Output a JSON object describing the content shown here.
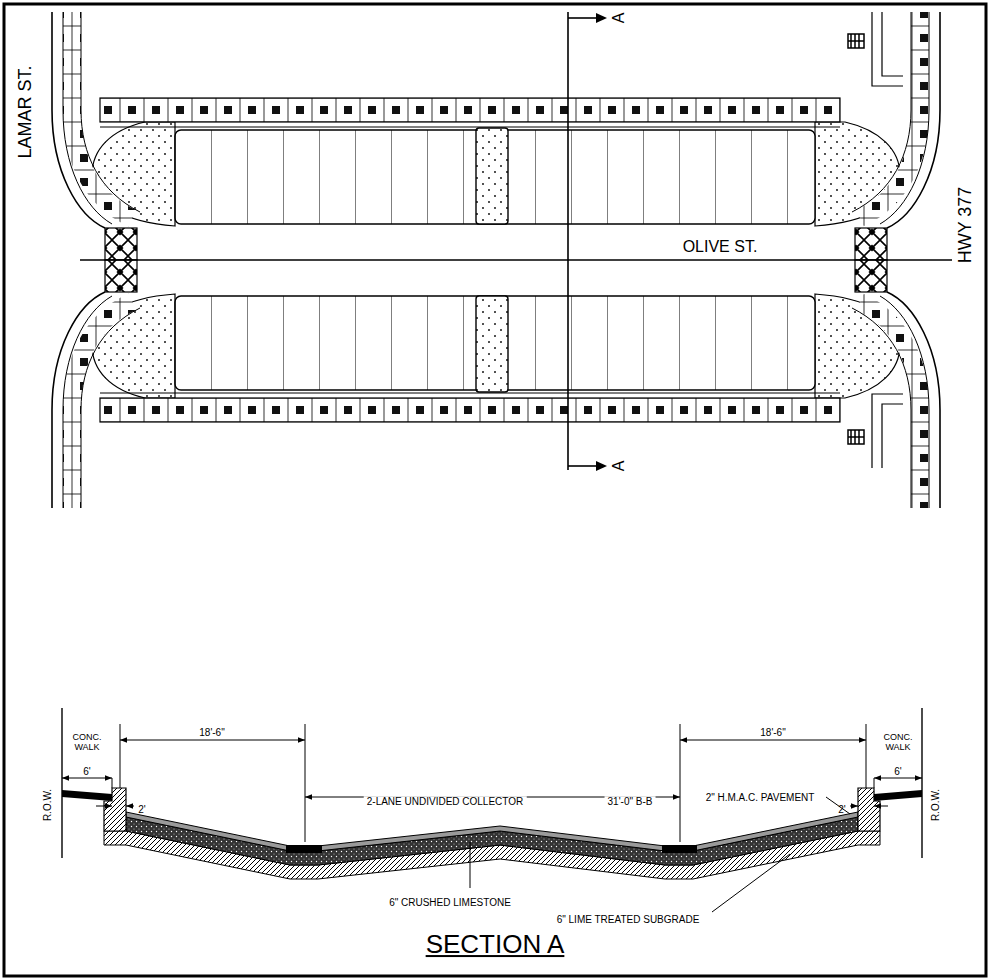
{
  "diagram": {
    "caption": "SECTION A",
    "labels": [
      "LAMAR ST.",
      "OLIVE ST.",
      "HWY 377",
      "A",
      "A",
      "18'-6\"",
      "18'-6\"",
      "CONC. WALK",
      "6'",
      "R.O.W.",
      "2'",
      "2-LANE UNDIVIDED COLLECTOR",
      "31'-0\" B-B",
      "2\" H.M.A.C. PAVEMENT",
      "2'",
      "CONC. WALK",
      "6'",
      "R.O.W.",
      "6\" CRUSHED LIMESTONE",
      "6\" LIME TREATED SUBGRADE"
    ]
  }
}
